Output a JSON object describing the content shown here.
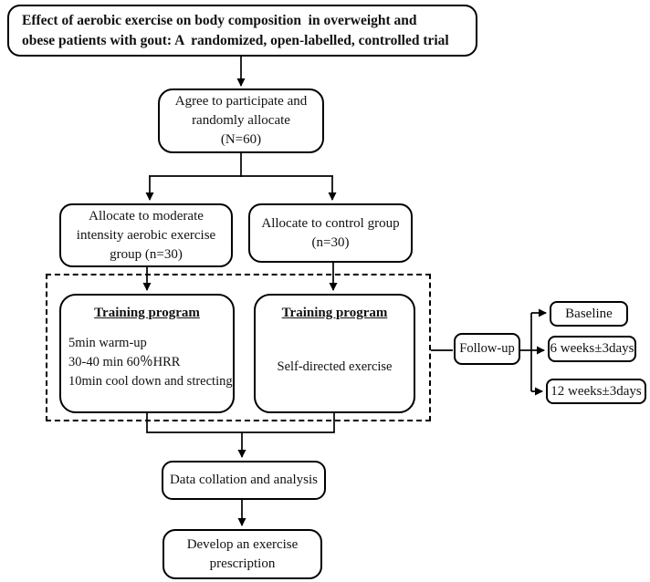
{
  "colors": {
    "line": "#000000",
    "background": "#ffffff",
    "text": "#111111"
  },
  "flowchart": {
    "title": {
      "lines": [
        "Effect of aerobic exercise on body composition  in overweight and",
        "obese patients with gout: A  randomized, open-labelled, controlled trial"
      ]
    },
    "nodes": {
      "agree": {
        "lines": [
          "Agree to participate and",
          "randomly allocate",
          "(N=60)"
        ]
      },
      "alloc_exercise": {
        "lines": [
          "Allocate to moderate",
          "intensity aerobic exercise",
          "group (n=30)"
        ]
      },
      "alloc_control": {
        "lines": [
          "Allocate to control group",
          "(n=30)"
        ]
      },
      "training_exercise": {
        "heading": "Training program",
        "lines": [
          "5min warm-up",
          "30-40 min 60％HRR",
          "10min cool down and strecting"
        ]
      },
      "training_control": {
        "heading": "Training program",
        "lines": [
          "Self-directed exercise"
        ]
      },
      "followup": {
        "label": "Follow-up"
      },
      "baseline": {
        "label": "Baseline"
      },
      "week6": {
        "label": "6 weeks±3days"
      },
      "week12": {
        "label": "12 weeks±3days"
      },
      "data_collation": {
        "label": "Data collation and analysis"
      },
      "develop": {
        "lines": [
          "Develop an exercise",
          "prescription"
        ]
      }
    }
  }
}
